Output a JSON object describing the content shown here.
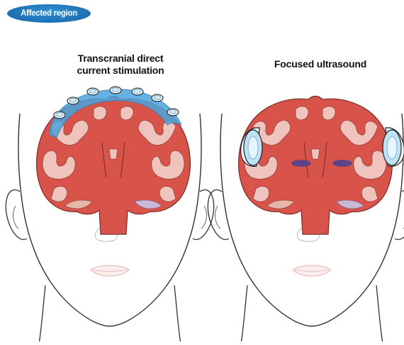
{
  "legend": {
    "label": "Affected region",
    "color": "#1d6fb3"
  },
  "panels": [
    {
      "title_line1": "Transcranial direct",
      "title_line2": "current stimulation"
    },
    {
      "title_line1": "Focused ultrasound",
      "title_line2": ""
    }
  ],
  "colors": {
    "brain_fill": "#d8544a",
    "brain_light": "#f1c3bd",
    "stimulation_region": "#4aa3dc",
    "focal_spot": "#3a3f9a",
    "transducer": "#bfe3f6",
    "outline": "#333333"
  },
  "icons": {
    "electrode": "electrode-icon",
    "transducer": "ultrasound-transducer-icon"
  }
}
